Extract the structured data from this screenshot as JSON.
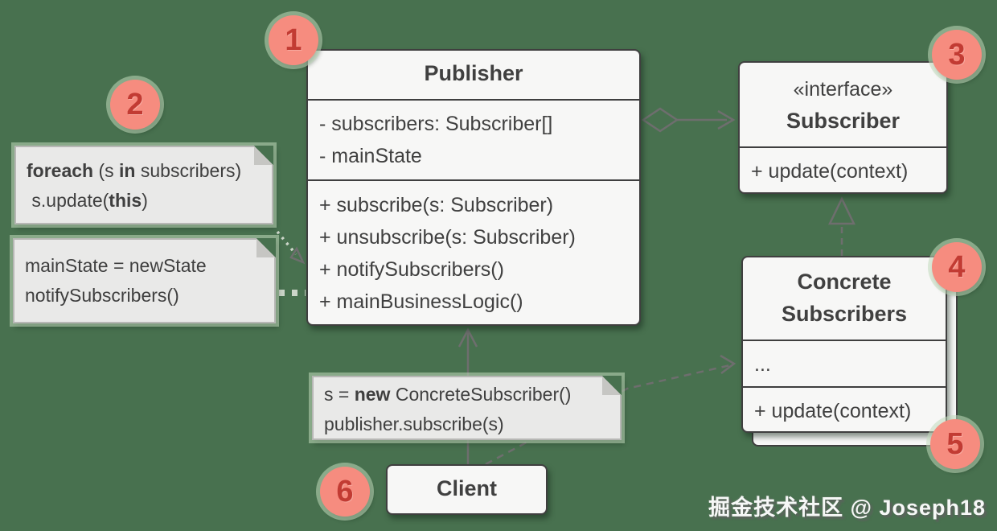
{
  "colors": {
    "background": "#48714F",
    "box_fill": "#F7F7F6",
    "box_border": "#3F3F3F",
    "box_text": "#404040",
    "note_fill": "#E9E9E8",
    "note_border": "#B7B7B5",
    "note_halo": "#C1DBBC",
    "badge_fill": "#F68C7F",
    "badge_text": "#C23B33",
    "connector": "#6E6E6E",
    "note_connector_dots": "#CCD5C9",
    "watermark_text": "#FFFFFF"
  },
  "classes": {
    "publisher": {
      "title": "Publisher",
      "attributes": [
        "- subscribers: Subscriber[]",
        "- mainState"
      ],
      "methods": [
        "+ subscribe(s: Subscriber)",
        "+ unsubscribe(s: Subscriber)",
        "+ notifySubscribers()",
        "+ mainBusinessLogic()"
      ]
    },
    "subscriber": {
      "stereotype": "«interface»",
      "title": "Subscriber",
      "methods": [
        "+ update(context)"
      ]
    },
    "concrete_subscribers": {
      "title": "Concrete Subscribers",
      "attributes": [
        "..."
      ],
      "methods": [
        "+ update(context)"
      ]
    },
    "client": {
      "title": "Client"
    }
  },
  "notes": {
    "foreach": {
      "lines": [
        [
          {
            "t": "foreach",
            "b": true
          },
          {
            "t": " (s "
          },
          {
            "t": "in",
            "b": true
          },
          {
            "t": " subscribers)"
          }
        ],
        [
          {
            "t": " s.update("
          },
          {
            "t": "this",
            "b": true
          },
          {
            "t": ")"
          }
        ]
      ]
    },
    "main_state": {
      "lines": [
        [
          {
            "t": "mainState = newState"
          }
        ],
        [
          {
            "t": "notifySubscribers()"
          }
        ]
      ]
    },
    "client_code": {
      "lines": [
        [
          {
            "t": "s = "
          },
          {
            "t": "new",
            "b": true
          },
          {
            "t": " ConcreteSubscriber()"
          }
        ],
        [
          {
            "t": "publisher.subscribe(s)"
          }
        ]
      ]
    }
  },
  "badges": [
    "1",
    "2",
    "3",
    "4",
    "5",
    "6"
  ],
  "watermark": "掘金技术社区 @ Joseph18"
}
